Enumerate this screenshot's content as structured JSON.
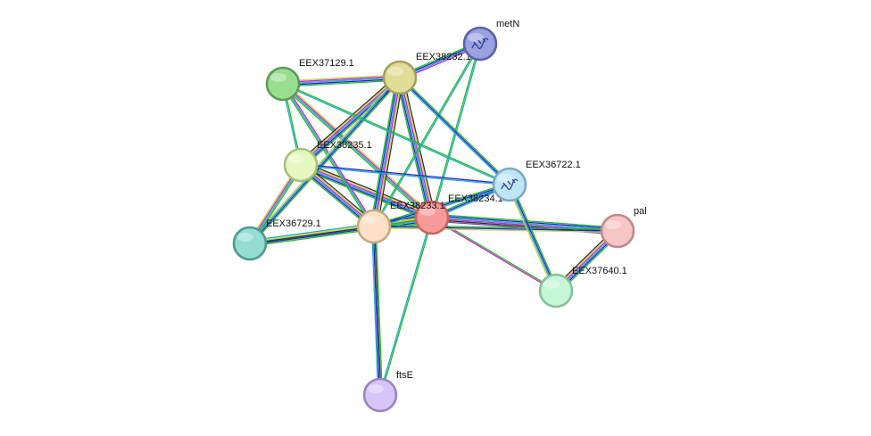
{
  "nodes": [
    {
      "id": "EEX38234",
      "label": "EEX38234.1",
      "fill": "#f99a9a",
      "stroke": "#c96464",
      "icon": ""
    },
    {
      "id": "EEX38233",
      "label": "EEX38233.1",
      "fill": "#fde0c5",
      "stroke": "#c9a880",
      "icon": ""
    },
    {
      "id": "EEX38232",
      "label": "EEX38232.1",
      "fill": "#e0dd98",
      "stroke": "#a3a05c",
      "icon": ""
    },
    {
      "id": "metN",
      "label": "metN",
      "fill": "#9aa0e0",
      "stroke": "#5a62a8",
      "icon": "protein-structure-icon"
    },
    {
      "id": "EEX37129",
      "label": "EEX37129.1",
      "fill": "#99dd8f",
      "stroke": "#5c9c55",
      "icon": ""
    },
    {
      "id": "EEX38235",
      "label": "EEX38235.1",
      "fill": "#e4f8bf",
      "stroke": "#a9c080",
      "icon": ""
    },
    {
      "id": "EEX36722",
      "label": "EEX36722.1",
      "fill": "#bfe6f5",
      "stroke": "#7aaac4",
      "icon": "protein-structure-icon"
    },
    {
      "id": "pal",
      "label": "pal",
      "fill": "#f6c5c5",
      "stroke": "#c08a8a",
      "icon": ""
    },
    {
      "id": "EEX37640",
      "label": "EEX37640.1",
      "fill": "#c5f6d5",
      "stroke": "#86c098",
      "icon": ""
    },
    {
      "id": "EEX36729",
      "label": "EEX36729.1",
      "fill": "#93ddd2",
      "stroke": "#4e9a90",
      "icon": ""
    },
    {
      "id": "ftsE",
      "label": "ftsE",
      "fill": "#d6c5f6",
      "stroke": "#9a86c0",
      "icon": ""
    }
  ],
  "edge_colors": {
    "green": "#22bb22",
    "blue": "#2222dd",
    "cyan": "#22aacc",
    "magenta": "#cc22cc",
    "yellow": "#c8d840",
    "black": "#333333",
    "purple": "#6644aa"
  },
  "edges": [
    {
      "from": "EEX38234",
      "to": "EEX38233",
      "colors": [
        "green",
        "blue",
        "cyan",
        "magenta",
        "yellow",
        "black",
        "purple"
      ]
    },
    {
      "from": "EEX38234",
      "to": "EEX38232",
      "colors": [
        "green",
        "blue",
        "cyan",
        "magenta",
        "yellow",
        "black"
      ]
    },
    {
      "from": "EEX38234",
      "to": "EEX37129",
      "colors": [
        "green",
        "cyan",
        "magenta",
        "yellow"
      ]
    },
    {
      "from": "EEX38234",
      "to": "EEX38235",
      "colors": [
        "green",
        "blue",
        "cyan",
        "magenta",
        "yellow",
        "black"
      ]
    },
    {
      "from": "EEX38234",
      "to": "metN",
      "colors": [
        "green",
        "cyan"
      ]
    },
    {
      "from": "EEX38234",
      "to": "EEX36722",
      "colors": [
        "green",
        "blue",
        "cyan"
      ]
    },
    {
      "from": "EEX38234",
      "to": "pal",
      "colors": [
        "green",
        "blue",
        "cyan",
        "magenta",
        "black",
        "purple"
      ]
    },
    {
      "from": "EEX38234",
      "to": "EEX37640",
      "colors": [
        "green",
        "magenta"
      ]
    },
    {
      "from": "EEX38234",
      "to": "EEX36729",
      "colors": [
        "green",
        "yellow"
      ]
    },
    {
      "from": "EEX38234",
      "to": "ftsE",
      "colors": [
        "green",
        "cyan"
      ]
    },
    {
      "from": "EEX38233",
      "to": "EEX38232",
      "colors": [
        "green",
        "blue",
        "cyan",
        "magenta",
        "yellow",
        "black"
      ]
    },
    {
      "from": "EEX38233",
      "to": "EEX37129",
      "colors": [
        "green",
        "cyan",
        "magenta"
      ]
    },
    {
      "from": "EEX38233",
      "to": "EEX38235",
      "colors": [
        "green",
        "blue",
        "cyan",
        "magenta",
        "yellow",
        "black"
      ]
    },
    {
      "from": "EEX38233",
      "to": "metN",
      "colors": [
        "green",
        "cyan"
      ]
    },
    {
      "from": "EEX38233",
      "to": "EEX36722",
      "colors": [
        "green",
        "blue",
        "cyan"
      ]
    },
    {
      "from": "EEX38233",
      "to": "pal",
      "colors": [
        "green",
        "blue",
        "yellow"
      ]
    },
    {
      "from": "EEX38233",
      "to": "EEX36729",
      "colors": [
        "green",
        "blue",
        "black",
        "yellow",
        "cyan"
      ]
    },
    {
      "from": "EEX38233",
      "to": "ftsE",
      "colors": [
        "green",
        "black",
        "blue",
        "cyan"
      ]
    },
    {
      "from": "EEX38232",
      "to": "EEX37129",
      "colors": [
        "green",
        "blue",
        "cyan",
        "magenta",
        "yellow"
      ]
    },
    {
      "from": "EEX38232",
      "to": "EEX38235",
      "colors": [
        "green",
        "blue",
        "cyan",
        "magenta",
        "yellow",
        "black"
      ]
    },
    {
      "from": "EEX38232",
      "to": "metN",
      "colors": [
        "green",
        "blue",
        "cyan",
        "magenta"
      ]
    },
    {
      "from": "EEX38232",
      "to": "EEX36722",
      "colors": [
        "green",
        "blue",
        "cyan"
      ]
    },
    {
      "from": "EEX38232",
      "to": "EEX36729",
      "colors": [
        "green",
        "blue",
        "cyan",
        "yellow"
      ]
    },
    {
      "from": "EEX37129",
      "to": "EEX38235",
      "colors": [
        "green",
        "cyan"
      ]
    },
    {
      "from": "EEX37129",
      "to": "EEX36722",
      "colors": [
        "green",
        "cyan"
      ]
    },
    {
      "from": "EEX38235",
      "to": "EEX36722",
      "colors": [
        "blue",
        "cyan"
      ]
    },
    {
      "from": "EEX38235",
      "to": "EEX36729",
      "colors": [
        "green",
        "cyan",
        "magenta",
        "yellow"
      ]
    },
    {
      "from": "EEX36722",
      "to": "EEX37640",
      "colors": [
        "green",
        "blue",
        "cyan",
        "yellow"
      ]
    },
    {
      "from": "pal",
      "to": "EEX37640",
      "colors": [
        "green",
        "blue",
        "cyan",
        "magenta",
        "yellow",
        "black"
      ]
    }
  ]
}
